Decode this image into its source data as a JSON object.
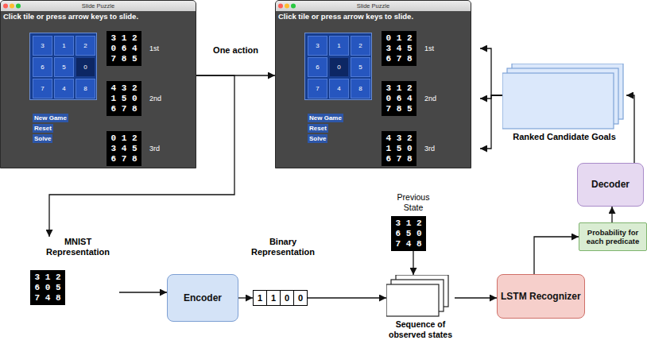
{
  "diagram": {
    "nodes": [
      {
        "text": [
          "Slide Puzzle",
          "Click tile or press arrow keys to slide."
        ]
      },
      {
        "text": [
          "3"
        ],
        "in": 0
      },
      {
        "text": [
          "1"
        ],
        "in": 0
      },
      {
        "text": [
          "2"
        ],
        "in": 0
      },
      {
        "text": [
          "6"
        ],
        "in": 0
      },
      {
        "text": [
          "5"
        ],
        "in": 0
      },
      {
        "text": [
          "0"
        ],
        "in": 0
      },
      {
        "text": [
          "7"
        ],
        "in": 0
      },
      {
        "text": [
          "4"
        ],
        "in": 0
      },
      {
        "text": [
          "8"
        ],
        "in": 0
      },
      {
        "text": [
          "New Game"
        ],
        "in": 0
      },
      {
        "text": [
          "Reset"
        ],
        "in": 0
      },
      {
        "text": [
          "Solve"
        ],
        "in": 0
      },
      {
        "text": [
          "3 1 2 0 6 4 7 8 5",
          "1st"
        ],
        "in": 0
      },
      {
        "text": [
          "4 3 2 1 5 0 6 7 8",
          "2nd"
        ],
        "in": 0
      },
      {
        "text": [
          "0 1 2 3 4 5 6 7 8",
          "3rd"
        ],
        "in": 0
      },
      {
        "text": [
          "Slide Puzzle",
          "Click tile or press arrow keys to slide."
        ]
      },
      {
        "text": [
          "3"
        ],
        "in": 16
      },
      {
        "text": [
          "1"
        ],
        "in": 16
      },
      {
        "text": [
          "2"
        ],
        "in": 16
      },
      {
        "text": [
          "6"
        ],
        "in": 16
      },
      {
        "text": [
          "0"
        ],
        "in": 16
      },
      {
        "text": [
          "5"
        ],
        "in": 16
      },
      {
        "text": [
          "7"
        ],
        "in": 16
      },
      {
        "text": [
          "4"
        ],
        "in": 16
      },
      {
        "text": [
          "8"
        ],
        "in": 16
      },
      {
        "text": [
          "New Game"
        ],
        "in": 16
      },
      {
        "text": [
          "Reset"
        ],
        "in": 16
      },
      {
        "text": [
          "Solve"
        ],
        "in": 16
      },
      {
        "text": [
          "0 1 2 3 4 5 6 7 8",
          "1st"
        ],
        "in": 16
      },
      {
        "text": [
          "3 1 2 0 6 4 7 8 5",
          "2nd"
        ],
        "in": 16
      },
      {
        "text": [
          "4 3 2 1 5 0 6 7 8",
          "3rd"
        ],
        "in": 16
      },
      {
        "text": [
          "3 1 2 6 0 5 7 4 8",
          "MNIST Representation"
        ]
      },
      {
        "text": [
          "Encoder"
        ]
      },
      {
        "text": [
          "1"
        ]
      },
      {
        "text": [
          "1"
        ]
      },
      {
        "text": [
          "0"
        ]
      },
      {
        "text": [
          "0"
        ]
      },
      {
        "text": [
          "3 1 2 6 5 0 7 4 8",
          "Previous State"
        ]
      },
      {
        "text": [
          "Sequence of observed states"
        ]
      },
      {
        "text": [
          "LSTM Recognizer"
        ]
      },
      {
        "text": [
          "Probability for each predicate"
        ]
      },
      {
        "text": [
          "Decoder"
        ]
      },
      {
        "text": [
          "Ranked Candidate Goals"
        ]
      }
    ],
    "edges": [
      {
        "from": 0,
        "to": 16,
        "arrow": "to",
        "label": "One action"
      },
      {
        "from": 0,
        "to": 32,
        "arrow": "to"
      },
      {
        "from": 32,
        "to": 33,
        "arrow": "to"
      },
      {
        "from": 33,
        "to": 34,
        "arrow": "to"
      },
      {
        "from": 37,
        "to": 39,
        "arrow": "to"
      },
      {
        "from": 38,
        "to": 39,
        "arrow": "to"
      },
      {
        "from": 39,
        "to": 40,
        "arrow": "to"
      },
      {
        "from": 40,
        "to": 41,
        "arrow": "to"
      },
      {
        "from": 41,
        "to": 42,
        "arrow": "to"
      },
      {
        "from": 42,
        "to": 43,
        "arrow": "to"
      },
      {
        "from": 43,
        "to": 29,
        "arrow": "to"
      },
      {
        "from": 43,
        "to": 30,
        "arrow": "to"
      },
      {
        "from": 43,
        "to": 31,
        "arrow": "to"
      }
    ],
    "labels": [
      "Binary Representation"
    ]
  }
}
